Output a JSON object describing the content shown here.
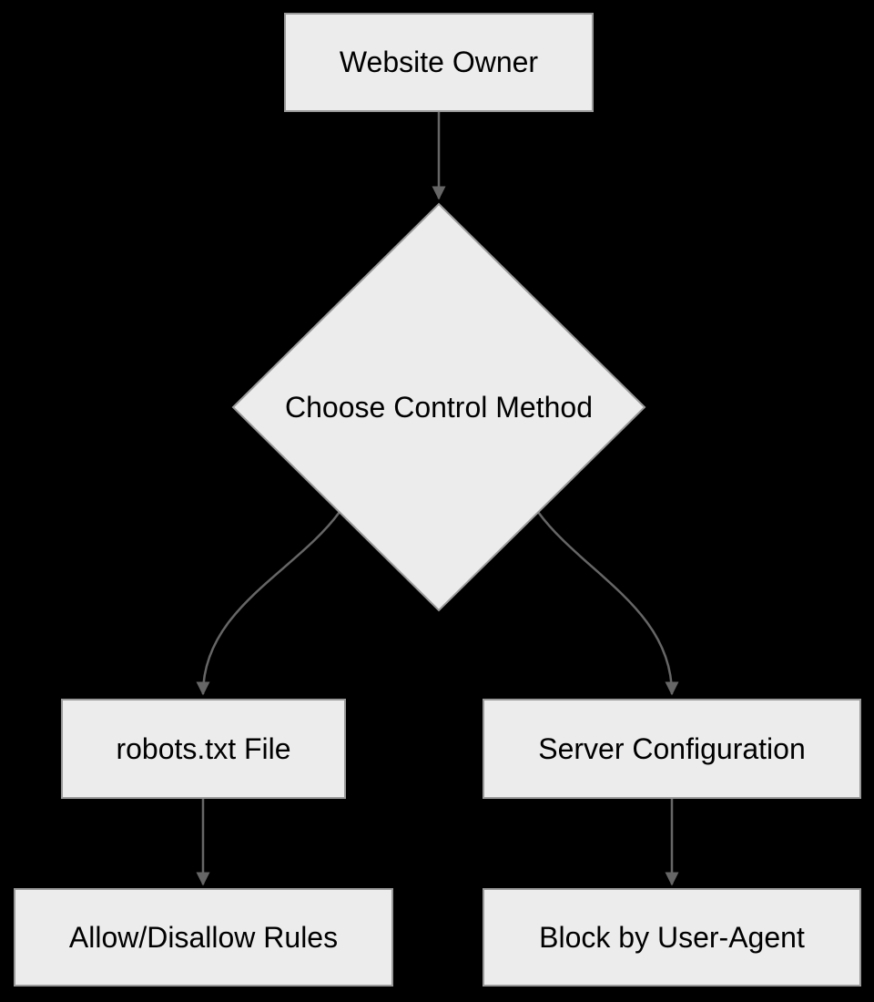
{
  "diagram": {
    "type": "flowchart",
    "direction": "top-down",
    "nodes": {
      "website_owner": {
        "label": "Website Owner",
        "shape": "rect"
      },
      "choose_control_method": {
        "label": "Choose Control Method",
        "shape": "diamond"
      },
      "robots_txt_file": {
        "label": "robots.txt File",
        "shape": "rect"
      },
      "server_configuration": {
        "label": "Server Configuration",
        "shape": "rect"
      },
      "allow_disallow_rules": {
        "label": "Allow/Disallow Rules",
        "shape": "rect"
      },
      "block_by_user_agent": {
        "label": "Block by User-Agent",
        "shape": "rect"
      }
    },
    "edges": [
      {
        "from": "website_owner",
        "to": "choose_control_method"
      },
      {
        "from": "choose_control_method",
        "to": "robots_txt_file"
      },
      {
        "from": "choose_control_method",
        "to": "server_configuration"
      },
      {
        "from": "robots_txt_file",
        "to": "allow_disallow_rules"
      },
      {
        "from": "server_configuration",
        "to": "block_by_user_agent"
      }
    ],
    "colors": {
      "background": "#000000",
      "node-fill": "#ececec",
      "node-border": "#999999",
      "edge": "#666666",
      "text": "#000000"
    }
  }
}
